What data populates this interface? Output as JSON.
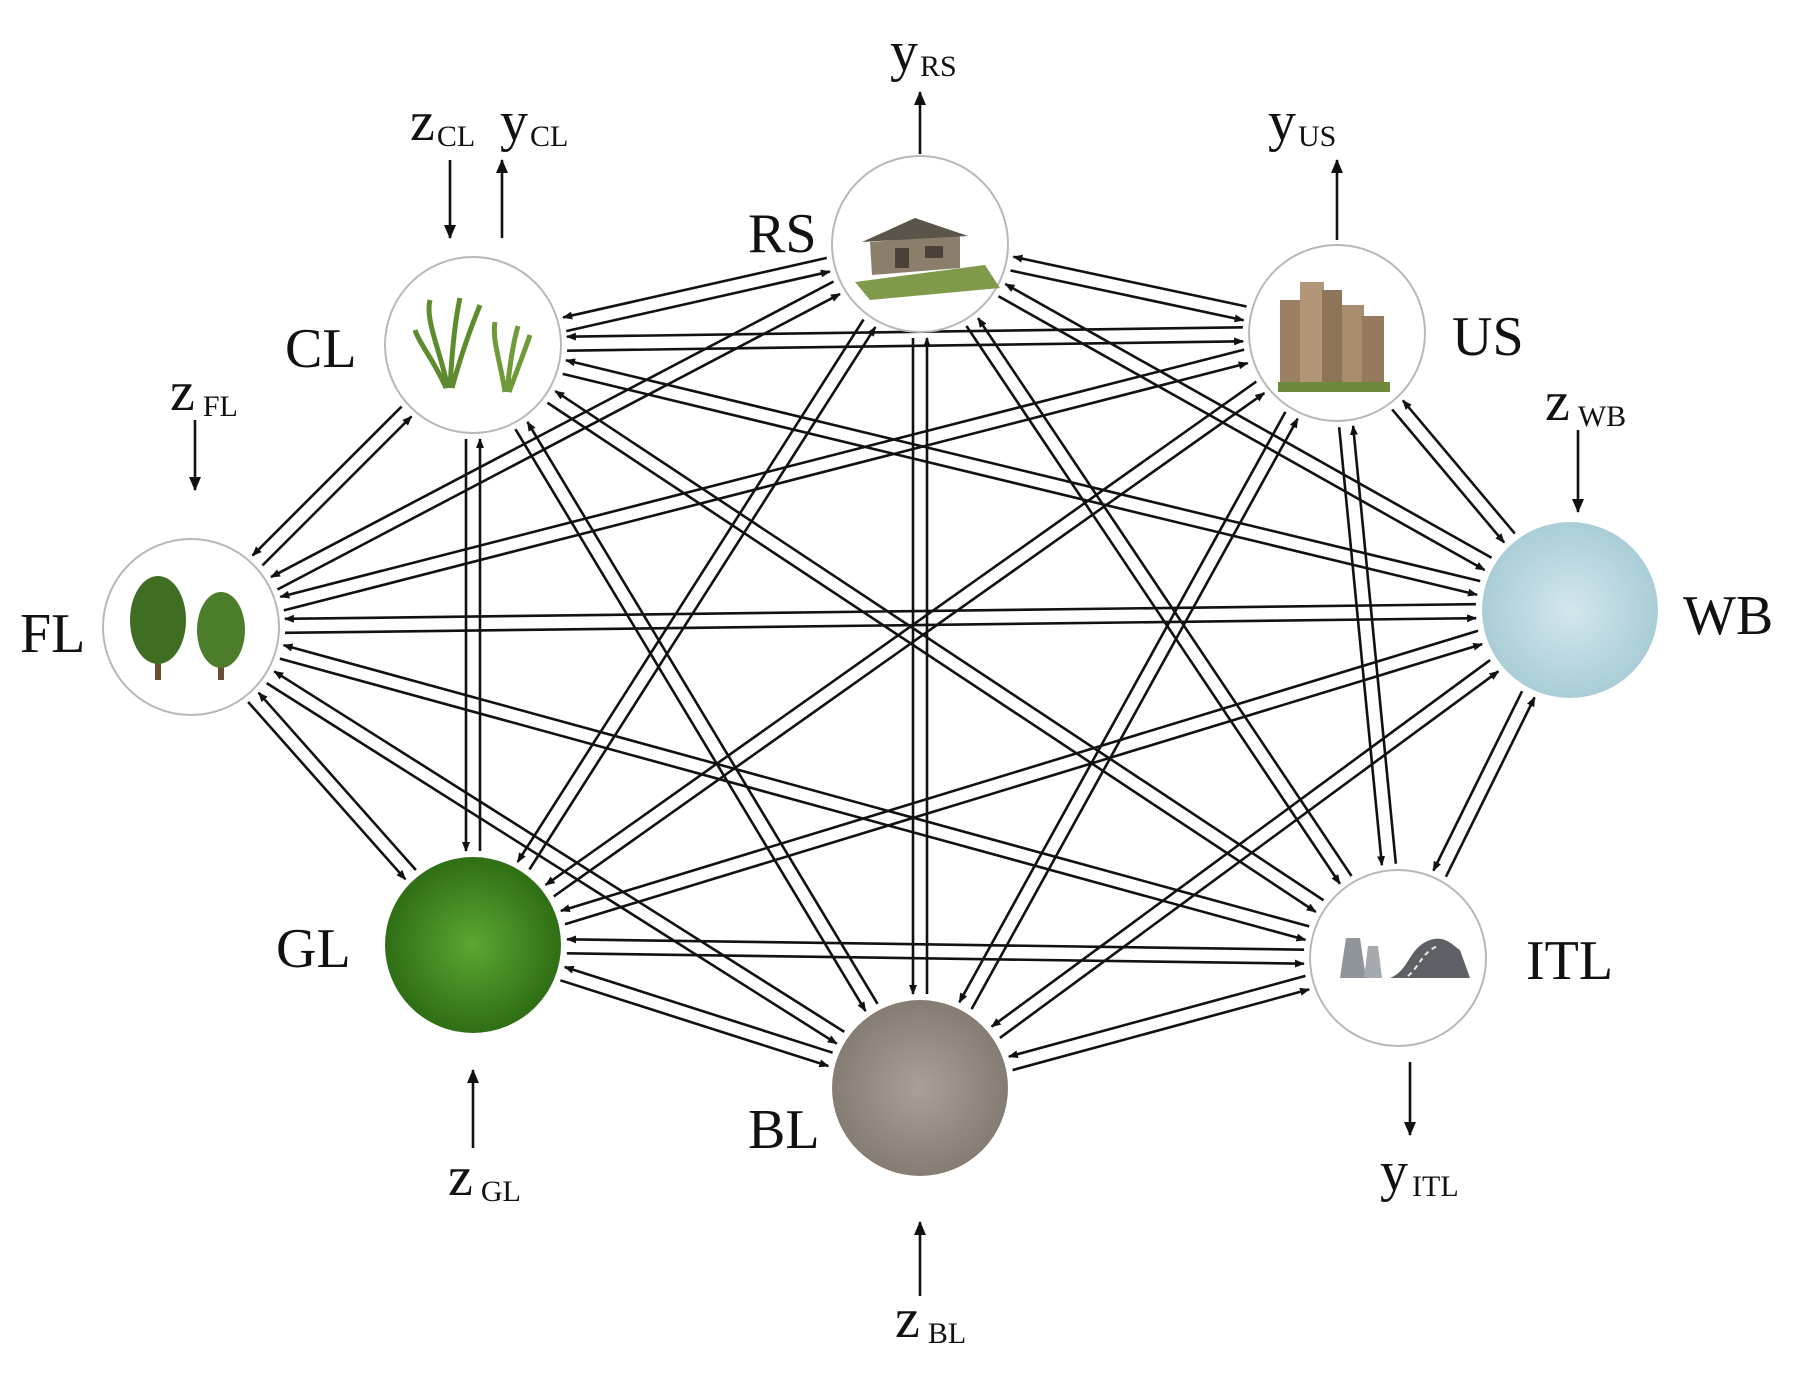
{
  "nodes": [
    {
      "id": "RS",
      "label": "RS",
      "icon": "rural-settlement-icon",
      "fill": "#ffffff"
    },
    {
      "id": "US",
      "label": "US",
      "icon": "urban-settlement-icon",
      "fill": "#ffffff"
    },
    {
      "id": "CL",
      "label": "CL",
      "icon": "cropland-icon",
      "fill": "#ffffff"
    },
    {
      "id": "FL",
      "label": "FL",
      "icon": "forest-icon",
      "fill": "#ffffff"
    },
    {
      "id": "WB",
      "label": "WB",
      "icon": "water-body-icon",
      "fill": "#bcd9e0"
    },
    {
      "id": "GL",
      "label": "GL",
      "icon": "grassland-icon",
      "fill": "#3d8a1e"
    },
    {
      "id": "ITL",
      "label": "ITL",
      "icon": "industrial-transport-icon",
      "fill": "#ffffff"
    },
    {
      "id": "BL",
      "label": "BL",
      "icon": "bare-land-icon",
      "fill": "#9a928a"
    }
  ],
  "external_flows": [
    {
      "id": "yRS",
      "base": "y",
      "sub": "RS",
      "node": "RS",
      "direction": "out"
    },
    {
      "id": "yUS",
      "base": "y",
      "sub": "US",
      "node": "US",
      "direction": "out"
    },
    {
      "id": "zCL",
      "base": "z",
      "sub": "CL",
      "node": "CL",
      "direction": "in"
    },
    {
      "id": "yCL",
      "base": "y",
      "sub": "CL",
      "node": "CL",
      "direction": "out"
    },
    {
      "id": "zFL",
      "base": "z",
      "sub": "FL",
      "node": "FL",
      "direction": "in"
    },
    {
      "id": "zWB",
      "base": "z",
      "sub": "WB",
      "node": "WB",
      "direction": "in"
    },
    {
      "id": "zGL",
      "base": "z",
      "sub": "GL",
      "node": "GL",
      "direction": "in"
    },
    {
      "id": "zBL",
      "base": "z",
      "sub": "BL",
      "node": "BL",
      "direction": "in"
    },
    {
      "id": "yITL",
      "base": "y",
      "sub": "ITL",
      "node": "ITL",
      "direction": "out"
    }
  ],
  "connections": "bidirectional-all-pairs"
}
